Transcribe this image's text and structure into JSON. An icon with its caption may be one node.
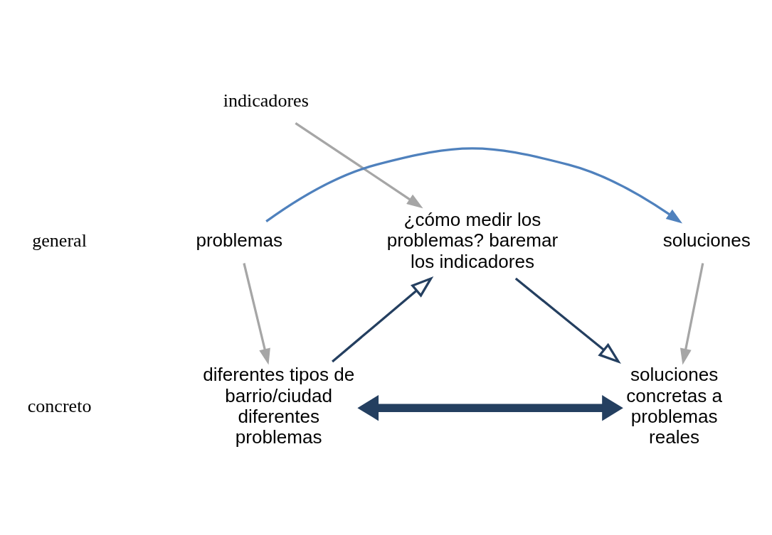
{
  "diagram": {
    "nodes": [
      {
        "text": [
          "indicadores"
        ]
      },
      {
        "text": [
          "problemas"
        ]
      },
      {
        "text": [
          "soluciones"
        ]
      },
      {
        "text": [
          "diferentes tipos de barrio/ciudad diferentes problemas"
        ]
      },
      {
        "text": [
          "soluciones concretas a problemas reales"
        ]
      },
      {
        "text": [
          "¿cómo medir los problemas? baremar los indicadores"
        ]
      }
    ],
    "edges": [
      {
        "from": 1,
        "to": 2,
        "arrow": "to",
        "color": "#4f81bd"
      },
      {
        "from": 0,
        "to": 5,
        "arrow": "to"
      },
      {
        "from": 1,
        "to": 3,
        "arrow": "to"
      },
      {
        "from": 2,
        "to": 4,
        "arrow": "to"
      },
      {
        "from": 3,
        "to": 4,
        "arrow": "both",
        "style": "thick",
        "color": "#243f60"
      },
      {
        "from": 3,
        "to": 5,
        "arrow": "to",
        "color": "#243f60"
      },
      {
        "from": 5,
        "to": 4,
        "arrow": "to",
        "color": "#243f60"
      }
    ],
    "labels": [
      "general",
      "concreto"
    ]
  }
}
